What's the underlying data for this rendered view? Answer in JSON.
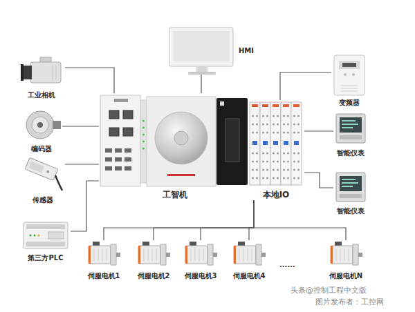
{
  "diagram": {
    "nodes": [
      {
        "text": [
          "HMI"
        ]
      },
      {
        "text": [
          "工业相机"
        ]
      },
      {
        "text": [
          "编码器"
        ]
      },
      {
        "text": [
          "传感器"
        ]
      },
      {
        "text": [
          "第三方PLC"
        ]
      },
      {
        "text": [
          "工智机"
        ]
      },
      {
        "text": [
          "本地IO"
        ]
      },
      {
        "text": [
          "变频器"
        ]
      },
      {
        "text": [
          "智能仪表"
        ]
      },
      {
        "text": [
          "智能仪表"
        ]
      },
      {
        "text": [
          "伺服电机1"
        ]
      },
      {
        "text": [
          "伺服电机2"
        ]
      },
      {
        "text": [
          "伺服电机3"
        ]
      },
      {
        "text": [
          "伺服电机4"
        ]
      },
      {
        "text": [
          "伺服电机N"
        ]
      }
    ],
    "edges": [
      {
        "from": 0,
        "to": 5,
        "arrow": "none"
      },
      {
        "from": 1,
        "to": 5,
        "arrow": "none"
      },
      {
        "from": 2,
        "to": 5,
        "arrow": "none"
      },
      {
        "from": 3,
        "to": 5,
        "arrow": "none"
      },
      {
        "from": 4,
        "to": 5,
        "arrow": "none"
      },
      {
        "from": 7,
        "to": 6,
        "arrow": "none"
      },
      {
        "from": 8,
        "to": 6,
        "arrow": "none"
      },
      {
        "from": 9,
        "to": 6,
        "arrow": "none"
      },
      {
        "from": 6,
        "to": 10,
        "arrow": "none"
      },
      {
        "from": 6,
        "to": 11,
        "arrow": "none"
      },
      {
        "from": 6,
        "to": 12,
        "arrow": "none"
      },
      {
        "from": 6,
        "to": 13,
        "arrow": "none"
      },
      {
        "from": 6,
        "to": 14,
        "arrow": "none"
      }
    ],
    "labels": [
      "......",
      "头条@控制工程中文版",
      "图片发布者：工控网"
    ]
  }
}
